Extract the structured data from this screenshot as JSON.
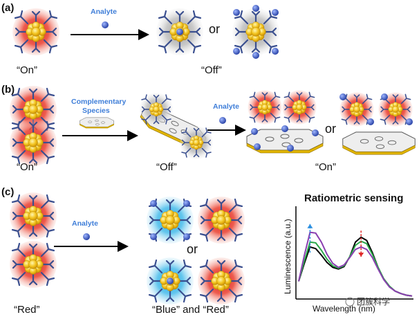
{
  "panels": {
    "a": {
      "label": "(a)",
      "analyte": "Analyte",
      "state_left": "“On”",
      "or": "or",
      "state_right": "“Off”"
    },
    "b": {
      "label": "(b)",
      "complementary_line1": "Complementary",
      "complementary_line2": "Species",
      "analyte": "Analyte",
      "state_left": "“On”",
      "state_mid": "“Off”",
      "or": "or",
      "state_right": "“On”"
    },
    "c": {
      "label": "(c)",
      "analyte": "Analyte",
      "state_left": "“Red”",
      "or": "or",
      "state_right": "“Blue” and “Red”"
    }
  },
  "watermark": "团簇科学",
  "colors": {
    "red_glow": "#e8322a",
    "blue_glow": "#3cb6e8",
    "gold_core": "#f2c21b",
    "ligand": "#3a4f8f",
    "analyte": "#3b5bbf",
    "arrow": "#000000",
    "label_blue": "#3f7ed8"
  },
  "chart_data": {
    "type": "line",
    "title": "Ratiometric sensing",
    "xlabel": "Wavelength (nm)",
    "ylabel": "Luminescence (a.u.)",
    "x": [
      0,
      0.05,
      0.1,
      0.15,
      0.2,
      0.25,
      0.3,
      0.35,
      0.4,
      0.45,
      0.5,
      0.55,
      0.6,
      0.65,
      0.7,
      0.75,
      0.8,
      0.85,
      0.9,
      0.95,
      1.0
    ],
    "series": [
      {
        "color": "#000000",
        "values": [
          0.2,
          0.42,
          0.62,
          0.6,
          0.52,
          0.43,
          0.37,
          0.35,
          0.38,
          0.5,
          0.68,
          0.74,
          0.7,
          0.55,
          0.37,
          0.23,
          0.14,
          0.08,
          0.05,
          0.03,
          0.02
        ]
      },
      {
        "color": "#2aa84a",
        "values": [
          0.2,
          0.45,
          0.68,
          0.67,
          0.58,
          0.47,
          0.39,
          0.36,
          0.39,
          0.5,
          0.64,
          0.69,
          0.66,
          0.53,
          0.37,
          0.23,
          0.14,
          0.08,
          0.05,
          0.03,
          0.02
        ]
      },
      {
        "color": "#8a3fb0",
        "values": [
          0.2,
          0.52,
          0.8,
          0.79,
          0.68,
          0.53,
          0.42,
          0.37,
          0.4,
          0.49,
          0.59,
          0.62,
          0.59,
          0.49,
          0.35,
          0.22,
          0.13,
          0.08,
          0.05,
          0.03,
          0.02
        ]
      }
    ],
    "annotations": [
      {
        "type": "arrow-up",
        "color": "#2b8fe0"
      },
      {
        "type": "arrow-down",
        "color": "#e02b2b"
      }
    ],
    "grid": false
  }
}
